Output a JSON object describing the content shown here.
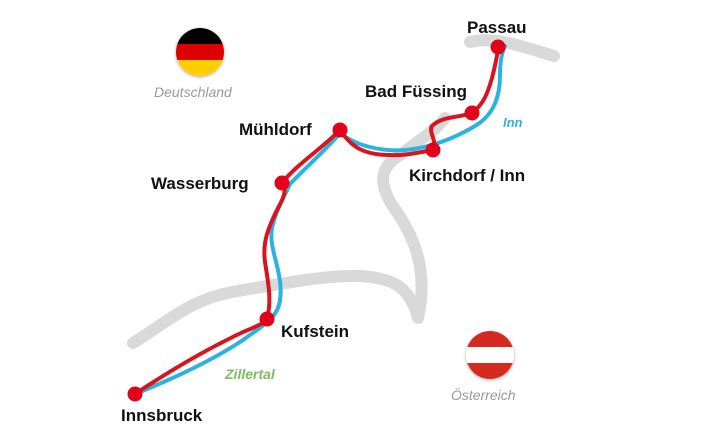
{
  "map": {
    "countries": [
      {
        "id": "germany",
        "label": "Deutschland",
        "flag": [
          "#000000",
          "#dd0000",
          "#ffce00"
        ]
      },
      {
        "id": "austria",
        "label": "Österreich",
        "flag": [
          "#d52b1e",
          "#ffffff",
          "#d52b1e"
        ]
      }
    ],
    "river_label": "Inn",
    "region_label": "Zillertal",
    "stops": [
      {
        "id": "passau",
        "label": "Passau"
      },
      {
        "id": "bad-fussing",
        "label": "Bad Füssing"
      },
      {
        "id": "muhldorf",
        "label": "Mühldorf"
      },
      {
        "id": "kirchdorf",
        "label": "Kirchdorf / Inn"
      },
      {
        "id": "wasserburg",
        "label": "Wasserburg"
      },
      {
        "id": "kufstein",
        "label": "Kufstein"
      },
      {
        "id": "innsbruck",
        "label": "Innsbruck"
      }
    ],
    "colors": {
      "route": "#d9141f",
      "river": "#2ab3e0",
      "border": "#d9d9d9",
      "region": "#7cbc62",
      "stop": "#e3001b"
    }
  }
}
